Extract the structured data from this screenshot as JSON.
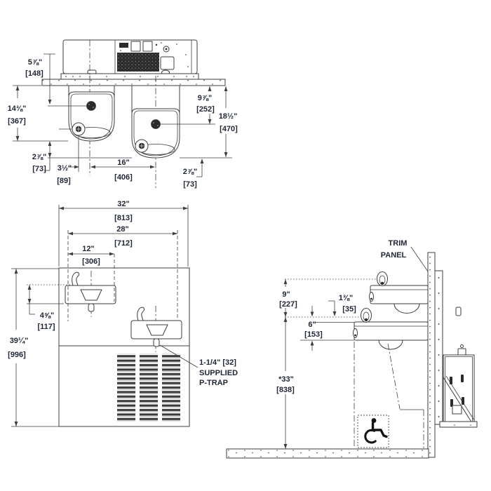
{
  "meta": {
    "drawing_type": "bi-level drinking fountain dimension drawing",
    "units": "inches [mm]"
  },
  "colors": {
    "line": "#3d3d3d",
    "text": "#1e2534",
    "dark_fill": "#2b2b2b",
    "background": "#ffffff"
  },
  "top_view": {
    "dims": {
      "bubbler_offset": {
        "in": "5⅞\"",
        "mm": "[148]"
      },
      "upper_basin_depth": {
        "in": "14⅜\"",
        "mm": "[367]"
      },
      "basin_drop_left": {
        "in": "2⅞\"",
        "mm": "[73]"
      },
      "bubbler_to_center": {
        "in": "3½\"",
        "mm": "[89]"
      },
      "center_to_center": {
        "in": "16\"",
        "mm": "[406]"
      },
      "basin_drop_right": {
        "in": "2⅞\"",
        "mm": "[73]"
      },
      "lower_drain_depth": {
        "in": "9⅞\"",
        "mm": "[252]"
      },
      "overall_depth": {
        "in": "18½\"",
        "mm": "[470]"
      }
    }
  },
  "front_view": {
    "dims": {
      "overall_width": {
        "in": "32\"",
        "mm": "[813]"
      },
      "mounting_width": {
        "in": "28\"",
        "mm": "[712]"
      },
      "fountain_width": {
        "in": "12\"",
        "mm": "[306]"
      },
      "receptor_height": {
        "in": "4⅝\"",
        "mm": "[117]"
      },
      "cabinet_height": {
        "in": "39¼\"",
        "mm": "[996]"
      }
    },
    "ptrap_note": {
      "line1": "1-1/4\" [32]",
      "line2": "SUPPLIED",
      "line3": "P-TRAP"
    }
  },
  "side_view": {
    "trim_panel_label": {
      "line1": "TRIM",
      "line2": "PANEL"
    },
    "dims": {
      "bubbler_height_diff": {
        "in": "9\"",
        "mm": "[227]"
      },
      "bubbler_above_rim": {
        "in": "1⅜\"",
        "mm": "[35]"
      },
      "rim_to_apron": {
        "in": "6\"",
        "mm": "[153]"
      },
      "lower_rim_height": {
        "in": "*33\"",
        "mm": "[838]"
      }
    },
    "wheelchair_symbol": "wheelchair-accessible"
  }
}
